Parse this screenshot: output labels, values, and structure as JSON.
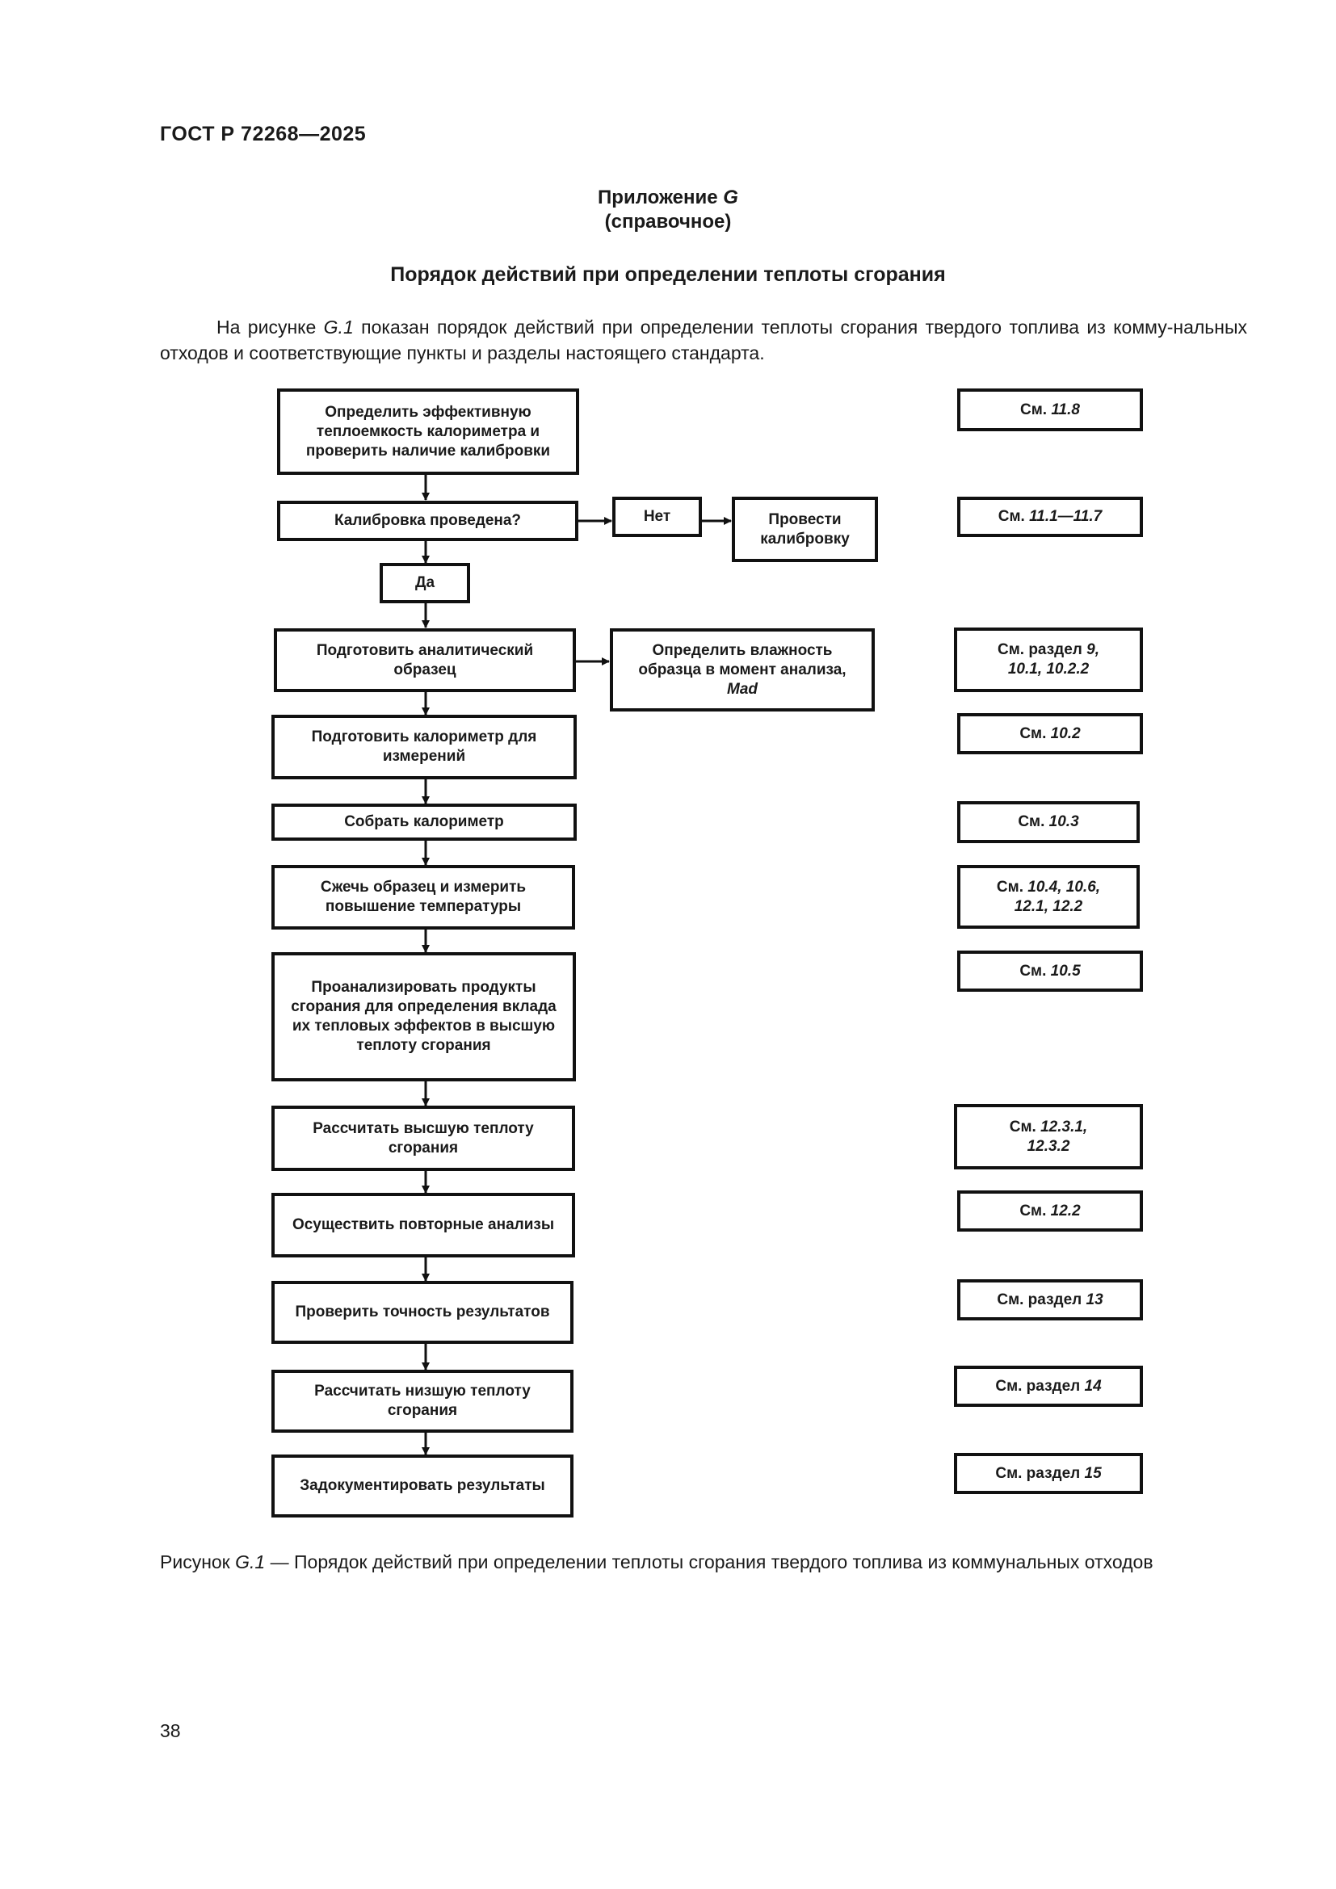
{
  "header": {
    "doc_id": "ГОСТ Р 72268—2025"
  },
  "appendix": {
    "label": "Приложение G",
    "label_prefix": "Приложение ",
    "label_letter": "G",
    "type": "(справочное)",
    "title": "Порядок действий при определении теплоты сгорания"
  },
  "intro": {
    "pre": "На рисунке ",
    "fig": "G.1",
    "post": " показан порядок действий при определении теплоты сгорания твердого топлива из комму-нальных отходов и соответствующие пункты и разделы настоящего стандарта."
  },
  "flowchart": {
    "steps": {
      "s1": "Определить эффективную теплоемкость калориметра и проверить наличие калибровки",
      "s2": "Калибровка проведена?",
      "no": "Нет",
      "calib": "Провести калибровку",
      "yes": "Да",
      "s3": "Подготовить аналитический образец",
      "moist_text": "Определить влажность образца в момент анализа, ",
      "moist_sym": "Mad",
      "s4": "Подготовить калориметр для измерений",
      "s5": "Собрать калориметр",
      "s6": "Сжечь образец и измерить повышение температуры",
      "s7": "Проанализировать продукты сгорания для определения вклада их тепловых эффектов в высшую теплоту сгорания",
      "s8": "Рассчитать высшую теплоту сгорания",
      "s9": "Осуществить повторные анализы",
      "s10": "Проверить точность результатов",
      "s11": "Рассчитать низшую теплоту сгорания",
      "s12": "Задокументировать результаты"
    },
    "refs": {
      "prefix": "См. ",
      "section_prefix": "См. раздел ",
      "r1": "11.8",
      "r2": "11.1—11.7",
      "r3a": "9,",
      "r3b": "10.1, 10.2.2",
      "r4": "10.2",
      "r5": "10.3",
      "r6a": "10.4, 10.6,",
      "r6b": "12.1, 12.2",
      "r7": "10.5",
      "r8a": "12.3.1,",
      "r8b": "12.3.2",
      "r9": "12.2",
      "r10": "13",
      "r11": "14",
      "r12": "15"
    }
  },
  "caption": {
    "pre": "Рисунок ",
    "fig": "G.1",
    "post": " — Порядок действий при определении теплоты сгорания твердого топлива из коммунальных отходов"
  },
  "page_number": "38"
}
